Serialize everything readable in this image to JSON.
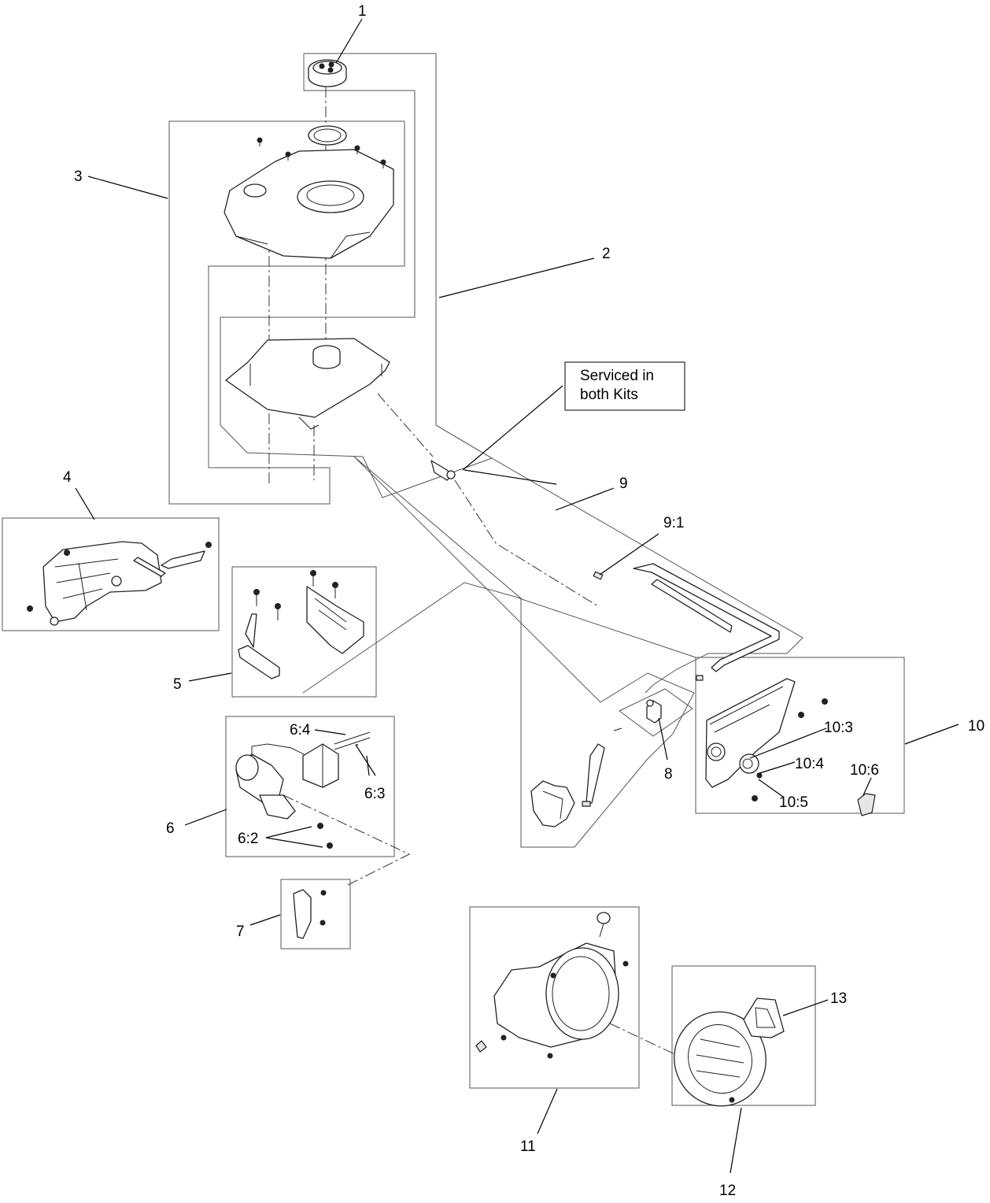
{
  "callouts": [
    {
      "id": "1",
      "text": "1"
    },
    {
      "id": "2",
      "text": "2"
    },
    {
      "id": "3",
      "text": "3"
    },
    {
      "id": "4",
      "text": "4"
    },
    {
      "id": "5",
      "text": "5"
    },
    {
      "id": "6",
      "text": "6"
    },
    {
      "id": "6-2",
      "text": "6:2"
    },
    {
      "id": "6-3",
      "text": "6:3"
    },
    {
      "id": "6-4",
      "text": "6:4"
    },
    {
      "id": "7",
      "text": "7"
    },
    {
      "id": "8",
      "text": "8"
    },
    {
      "id": "9",
      "text": "9"
    },
    {
      "id": "9-1",
      "text": "9:1"
    },
    {
      "id": "10",
      "text": "10"
    },
    {
      "id": "10-3",
      "text": "10:3"
    },
    {
      "id": "10-4",
      "text": "10:4"
    },
    {
      "id": "10-5",
      "text": "10:5"
    },
    {
      "id": "10-6",
      "text": "10:6"
    },
    {
      "id": "11",
      "text": "11"
    },
    {
      "id": "12",
      "text": "12"
    },
    {
      "id": "13",
      "text": "13"
    }
  ],
  "note": {
    "line1": "Serviced in",
    "line2": "both Kits"
  }
}
